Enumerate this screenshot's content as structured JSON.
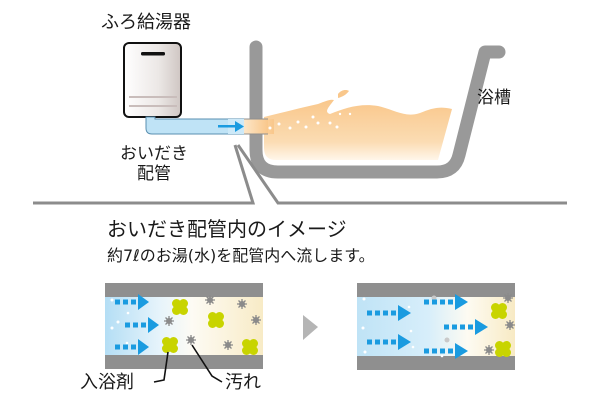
{
  "labels": {
    "heater": "ふろ給湯器",
    "pipe_line1": "おいだき",
    "pipe_line2": "配管",
    "tub": "浴槽",
    "title": "おいだき配管内のイメージ",
    "subtitle": "約7ℓのお湯(水)を配管内へ流します。",
    "bath_agent": "入浴剤",
    "dirt": "汚れ"
  },
  "icons": {
    "heater": "water-heater-icon",
    "tub": "bathtub-icon",
    "flow_arrow": "arrow-right-icon",
    "step_arrow": "triangle-right-icon",
    "bath_agent": "clover-blob-icon",
    "dirt": "spiky-dot-icon"
  },
  "colors": {
    "pipe_wall": "#8f8f8f",
    "tub_wall": "#999999",
    "water_blue": "#bfe3f6",
    "arrow_blue": "#1a9be0",
    "bath_water": "#f9c98f",
    "bath_agent": "#c8d400",
    "dirt": "#8a8a8a",
    "callout_line": "#8c8c8c",
    "step_triangle": "#b5b5b5"
  }
}
